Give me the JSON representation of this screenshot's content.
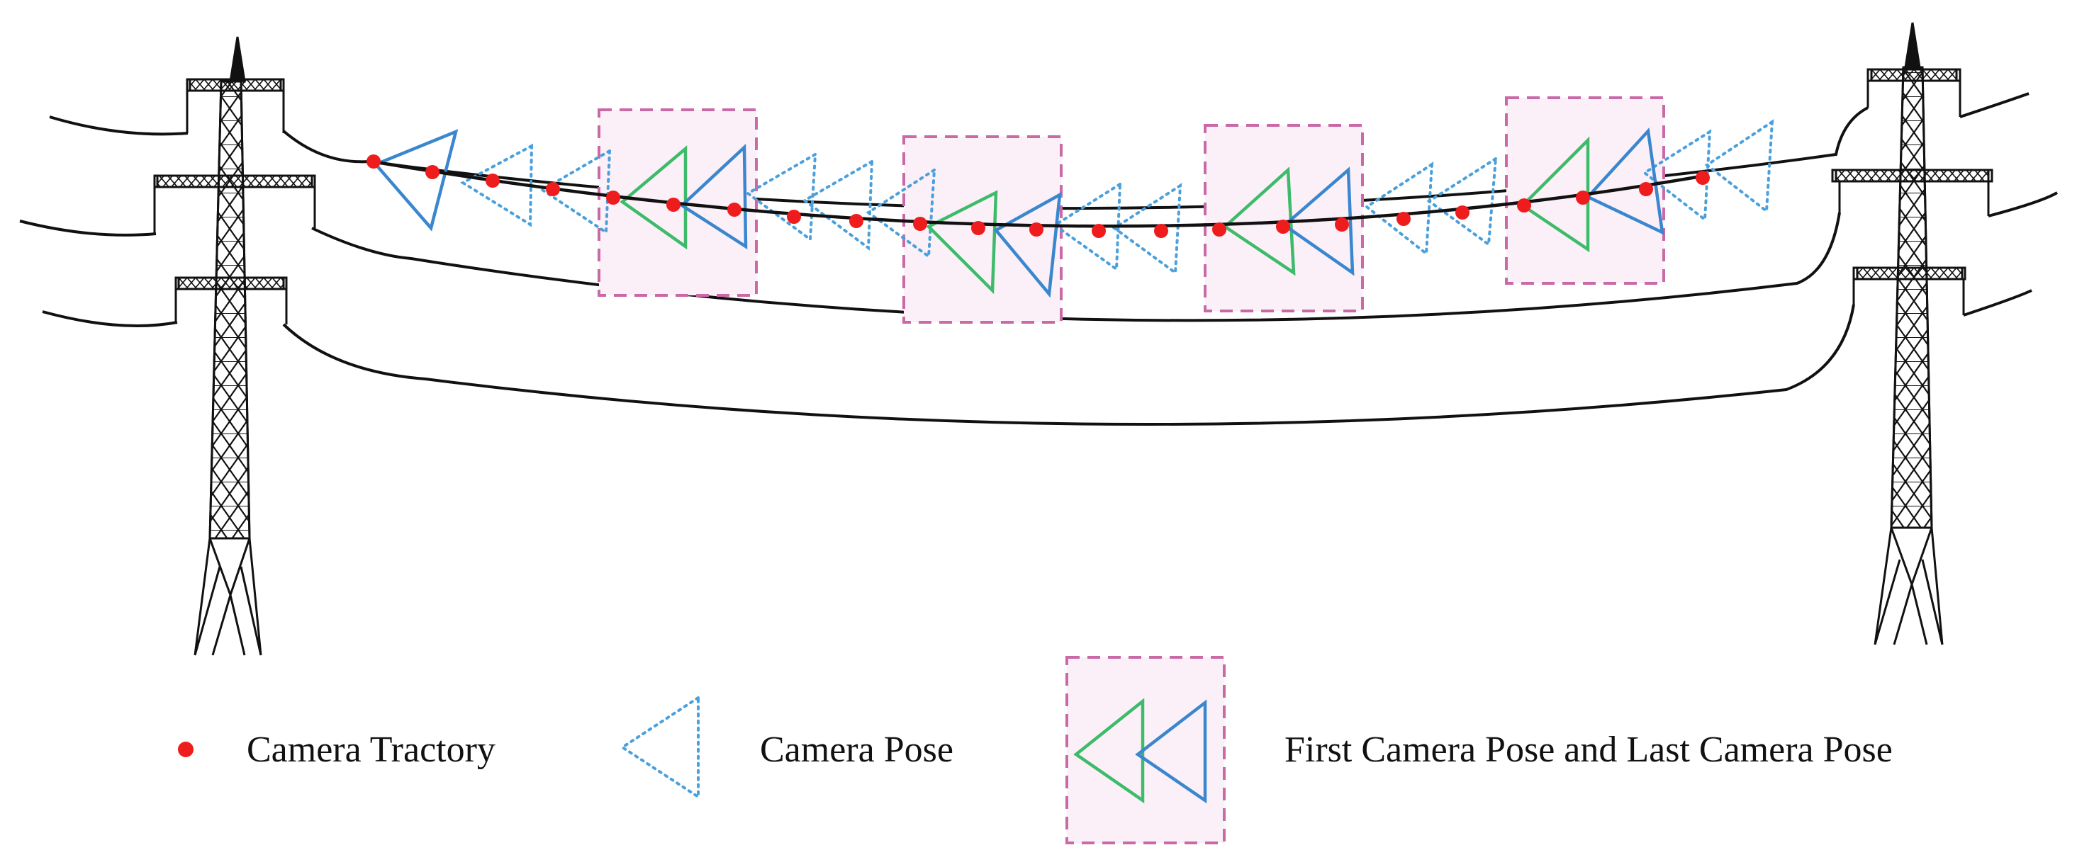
{
  "legend": {
    "trajectory_label": "Camera Tractory",
    "pose_label": "Camera Pose",
    "first_last_label": "First Camera Pose and Last Camera Pose"
  },
  "colors": {
    "trajectory_point": "#ee1c1c",
    "camera_pose": "#4aa0dc",
    "first_pose": "#3dbb6a",
    "last_pose": "#3a86cf",
    "keyframe_box_border": "#c96aa6",
    "keyframe_box_fill": "#fbf0f7",
    "line": "#111111"
  },
  "icons": {
    "towers": "transmission-tower-icon",
    "pose": "triangle-outline-icon"
  }
}
